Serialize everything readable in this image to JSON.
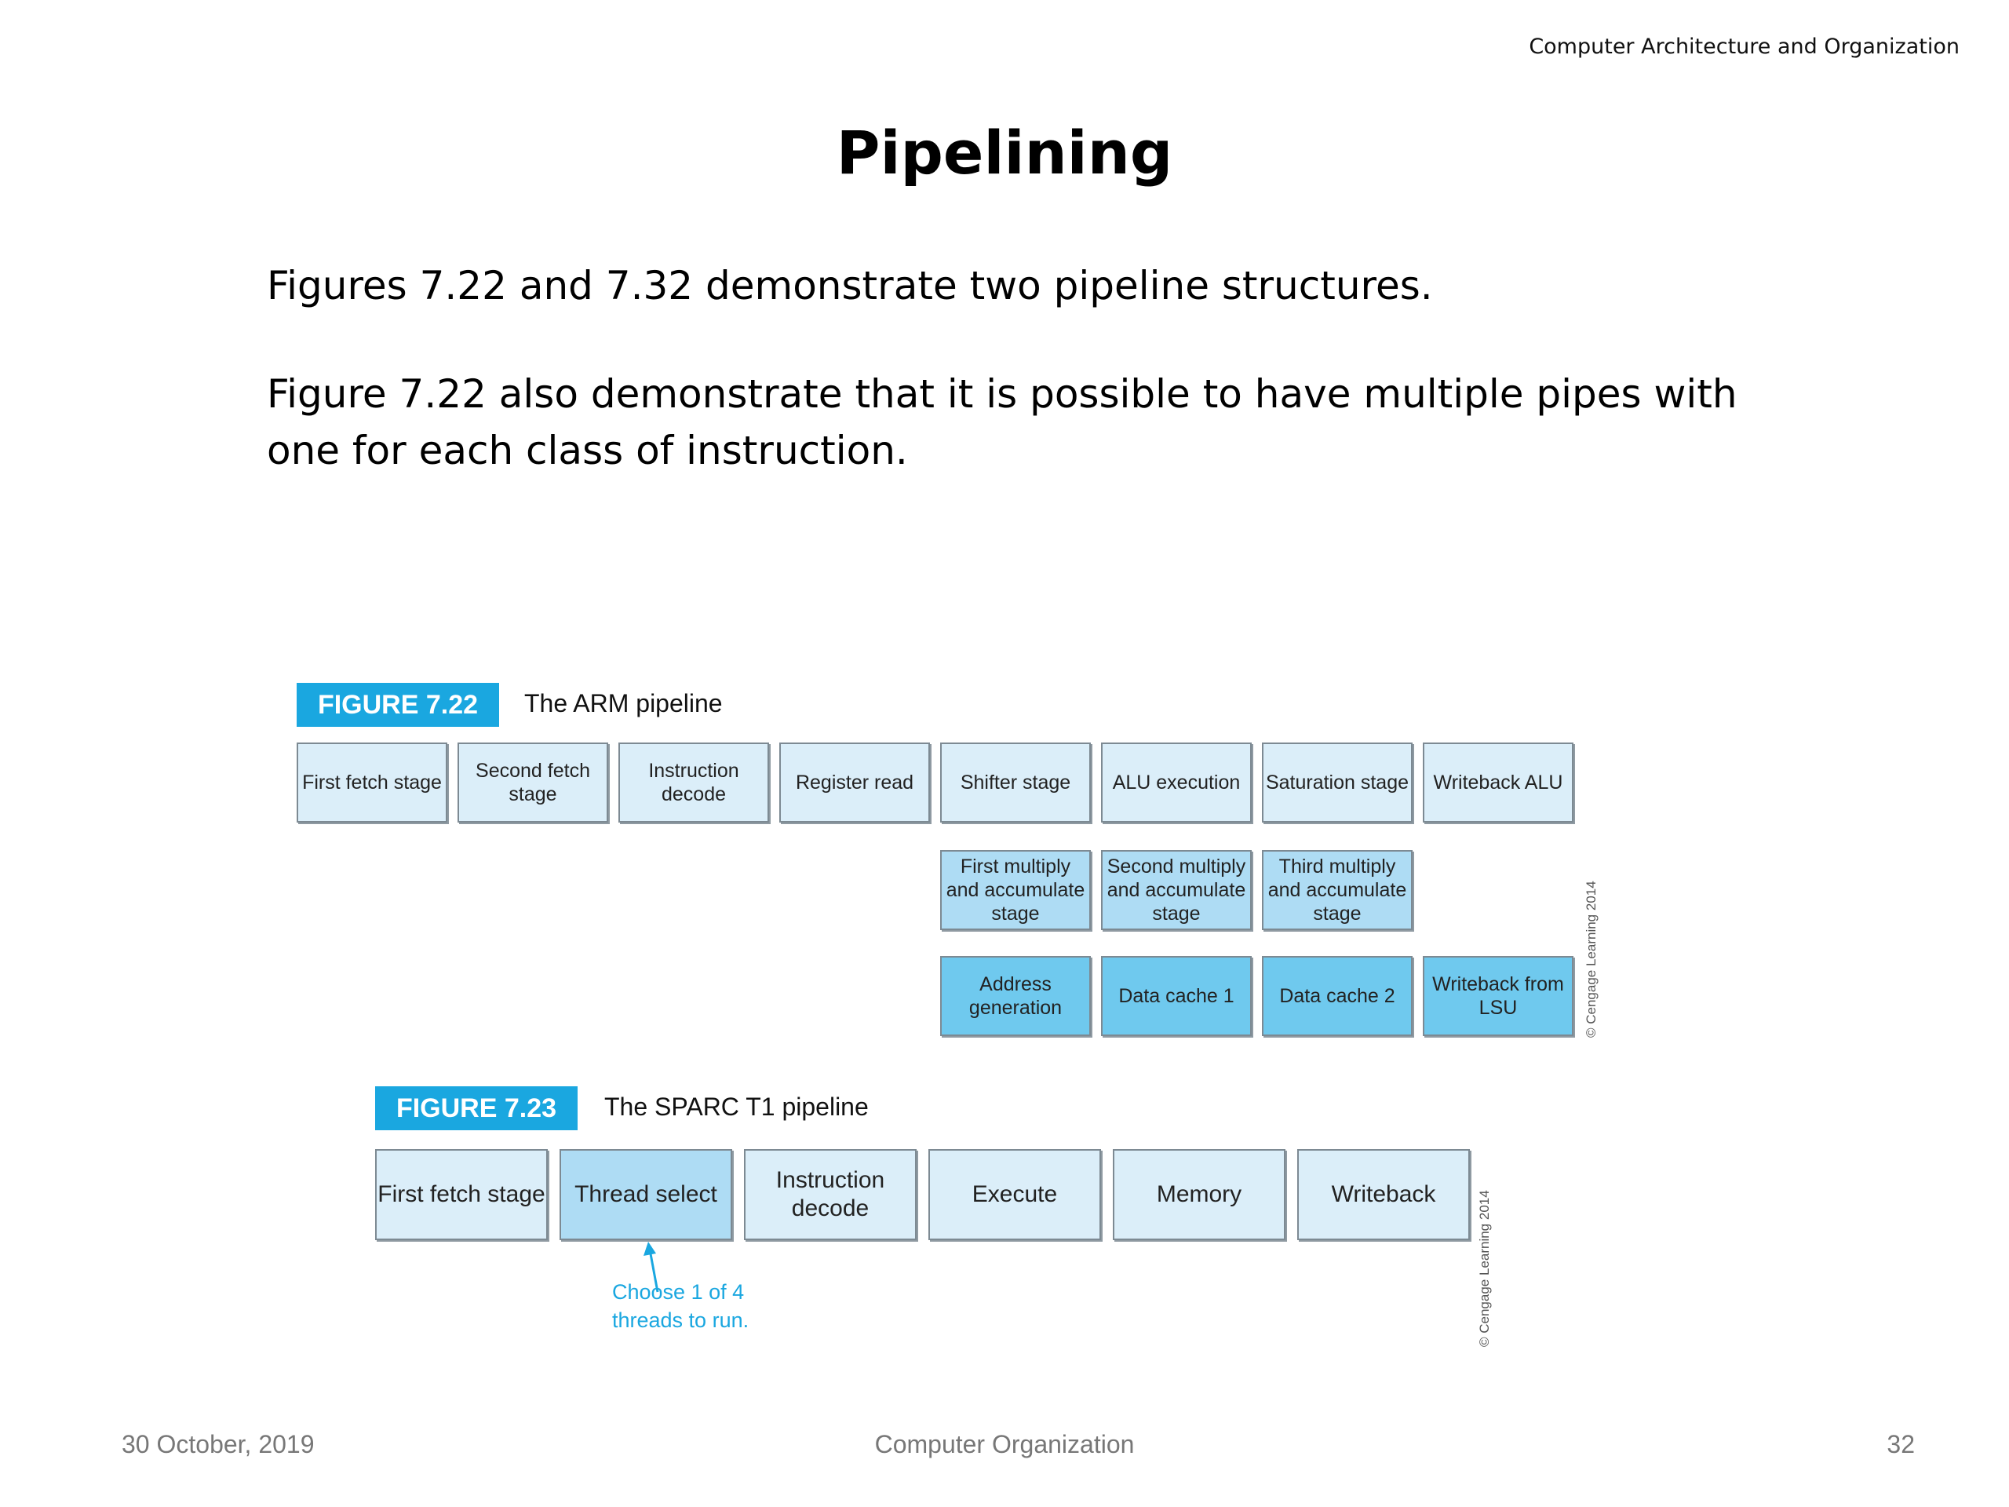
{
  "header": {
    "course": "Computer Architecture and Organization"
  },
  "title": "Pipelining",
  "paragraphs": [
    "Figures 7.22 and 7.32 demonstrate two pipeline structures.",
    "Figure 7.22 also demonstrate that it is possible to have multiple pipes with one for each class of instruction."
  ],
  "figure_arm": {
    "tag": "FIGURE 7.22",
    "caption": "The ARM pipeline",
    "main_stages": [
      "First fetch stage",
      "Second fetch stage",
      "Instruction decode",
      "Register read",
      "Shifter stage",
      "ALU execution",
      "Saturation stage",
      "Writeback ALU"
    ],
    "multiply_stages": [
      "First multiply and accumulate stage",
      "Second multiply and accumulate stage",
      "Third multiply and accumulate stage"
    ],
    "lsu_stages": [
      "Address generation",
      "Data cache 1",
      "Data cache 2",
      "Writeback from LSU"
    ],
    "credit": "© Cengage Learning 2014"
  },
  "figure_sparc": {
    "tag": "FIGURE 7.23",
    "caption": "The SPARC T1 pipeline",
    "stages": [
      "First fetch stage",
      "Thread select",
      "Instruction decode",
      "Execute",
      "Memory",
      "Writeback"
    ],
    "annotation": "Choose 1 of 4 threads to run.",
    "credit": "© Cengage Learning 2014"
  },
  "colors": {
    "accent": "#1aa7e0",
    "stage_light": "#dbeef9",
    "stage_mid": "#aedcf4",
    "stage_dark": "#6fc9ee"
  },
  "footer": {
    "date": "30 October, 2019",
    "center": "Computer Organization",
    "page": "32"
  }
}
